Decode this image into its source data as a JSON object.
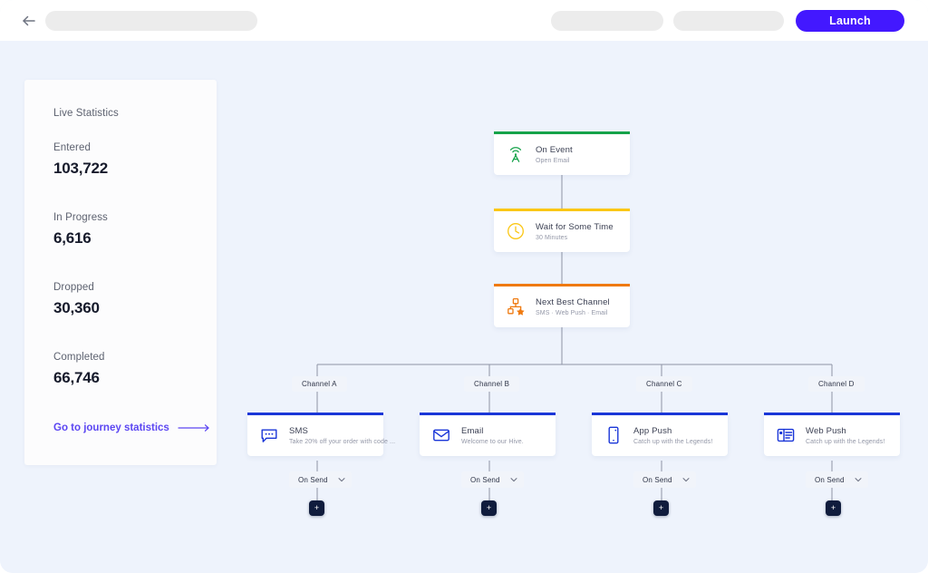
{
  "topbar": {
    "back_icon": "arrow-left-icon",
    "title_placeholder": "",
    "launch_label": "Launch"
  },
  "stats_panel": {
    "title": "Live Statistics",
    "items": [
      {
        "label": "Entered",
        "value": "103,722"
      },
      {
        "label": "In Progress",
        "value": "6,616"
      },
      {
        "label": "Dropped",
        "value": "30,360"
      },
      {
        "label": "Completed",
        "value": "66,746"
      }
    ],
    "link_label": "Go to journey statistics",
    "link_icon": "arrow-right-long-icon"
  },
  "flow": {
    "trunk_nodes": [
      {
        "title": "On Event",
        "subtitle": "Open Email",
        "icon": "broadcast-antenna-icon",
        "accent": "#16a34a"
      },
      {
        "title": "Wait for Some Time",
        "subtitle": "30 Minutes",
        "icon": "clock-icon",
        "accent": "#fbc716"
      },
      {
        "title": "Next Best Channel",
        "subtitle": "SMS · Web Push · Email",
        "icon": "branch-star-icon",
        "accent": "#ef7a10"
      }
    ],
    "channel_labels": [
      "Channel A",
      "Channel B",
      "Channel C",
      "Channel D"
    ],
    "channel_nodes": [
      {
        "title": "SMS",
        "subtitle": "Take 20% off your order with code ...",
        "icon": "chat-bubble-icon",
        "accent": "#1a36d8"
      },
      {
        "title": "Email",
        "subtitle": "Welcome to our Hive.",
        "icon": "envelope-icon",
        "accent": "#1a36d8"
      },
      {
        "title": "App Push",
        "subtitle": "Catch up with the Legends!",
        "icon": "mobile-phone-icon",
        "accent": "#1a36d8"
      },
      {
        "title": "Web Push",
        "subtitle": "Catch up with the Legends!",
        "icon": "browser-window-icon",
        "accent": "#1a36d8"
      }
    ],
    "on_send_label": "On Send",
    "on_send_icon": "chevron-down-icon",
    "add_step_label": "+"
  },
  "colors": {
    "brand": "#4318ff",
    "link": "#5b46f2",
    "canvas_bg": "#eef3fc",
    "connector": "#8d93a5",
    "add_button_bg": "#101c3d"
  }
}
